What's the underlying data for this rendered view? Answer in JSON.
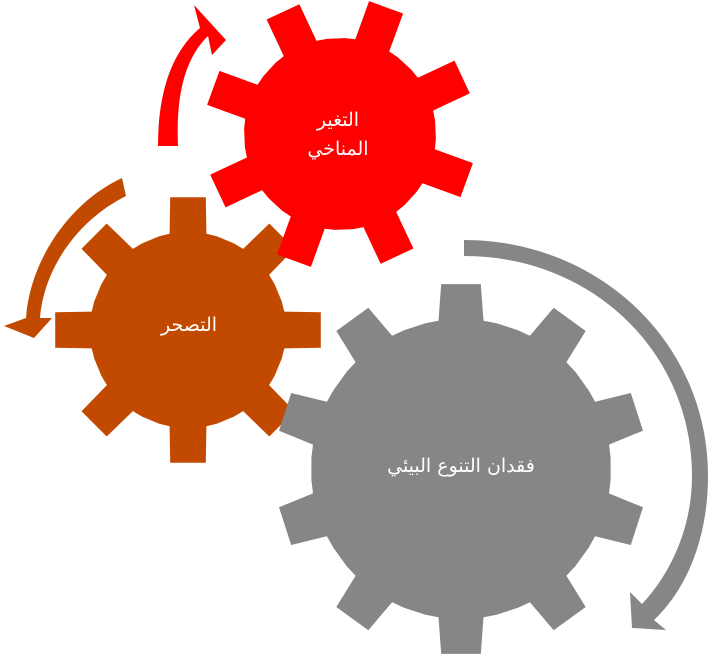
{
  "diagram": {
    "gears": [
      {
        "id": "climate",
        "label_lines": [
          "التغير",
          "المناخي"
        ],
        "color": "#ff0000"
      },
      {
        "id": "desert",
        "label_lines": [
          "التصحر"
        ],
        "color": "#c24a00"
      },
      {
        "id": "biodiversity",
        "label_lines": [
          "فقدان التنوع البيئي"
        ],
        "color": "#868686"
      }
    ],
    "arrows": [
      {
        "id": "climate-arrow",
        "color": "#ff0000"
      },
      {
        "id": "desert-arrow",
        "color": "#c24a00"
      },
      {
        "id": "biodiversity-arrow",
        "color": "#868686"
      }
    ]
  }
}
